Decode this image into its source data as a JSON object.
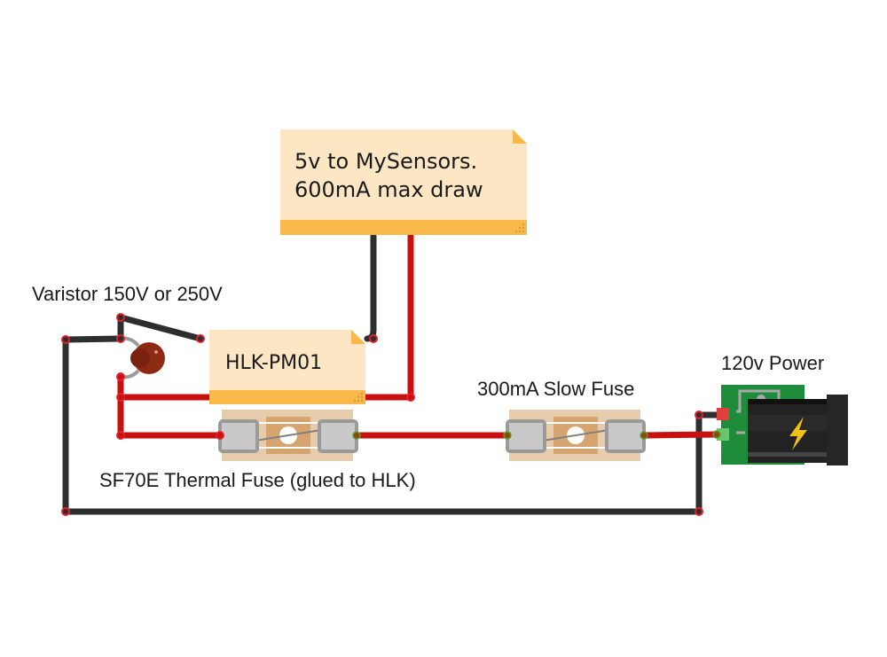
{
  "diagram": {
    "type": "wiring-breadboard",
    "colors": {
      "background": "#ffffff",
      "wire_black": "#2e2e2e",
      "wire_red": "#c81010",
      "joint": "#e0202a",
      "note_body": "#fde6c4",
      "note_bar": "#f8b84a",
      "fuse_outer": "#e6ccab",
      "fuse_inner": "#d6a46e",
      "fuse_cap": "#c9c9c9",
      "fuse_cap_border": "#9a9a9a",
      "varistor": "#8e2a14",
      "pcb_green": "#1e8c3a",
      "jack_body": "#222222",
      "bolt": "#f2c01a"
    },
    "notes": [
      {
        "id": "mysensors-note",
        "lines": [
          "5v  to MySensors.",
          "600mA max draw"
        ]
      },
      {
        "id": "hlk-note",
        "lines": [
          "HLK-PM01"
        ]
      }
    ],
    "labels": {
      "varistor": "Varistor 150V or 250V",
      "thermal_fuse": "SF70E Thermal Fuse (glued to HLK)",
      "slow_fuse": "300mA Slow Fuse",
      "power": "120v Power"
    },
    "components": [
      {
        "name": "HLK-PM01",
        "kind": "power-module"
      },
      {
        "name": "Varistor",
        "kind": "varistor",
        "rating": "150V or 250V"
      },
      {
        "name": "SF70E",
        "kind": "thermal-fuse"
      },
      {
        "name": "Slow Fuse",
        "kind": "fuse",
        "rating": "300mA"
      },
      {
        "name": "Power Jack",
        "kind": "ac-input",
        "rating": "120v"
      }
    ],
    "icons": {
      "power_jack": "lightning-bolt-icon"
    }
  }
}
